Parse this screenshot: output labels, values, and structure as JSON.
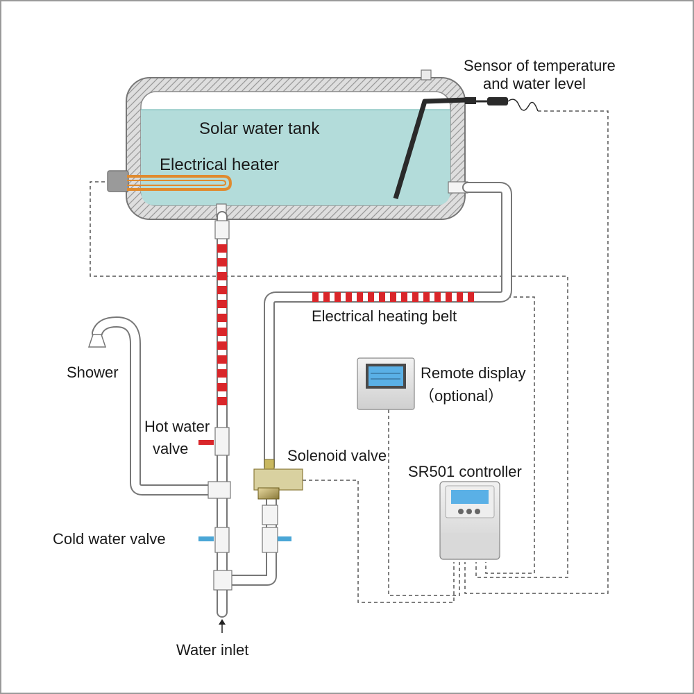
{
  "labels": {
    "tank": "Solar water tank",
    "heater": "Electrical heater",
    "sensor_line1": "Sensor of temperature",
    "sensor_line2": "and water level",
    "heating_belt": "Electrical heating belt",
    "shower": "Shower",
    "hot_valve_line1": "Hot water",
    "hot_valve_line2": "valve",
    "solenoid_valve": "Solenoid valve",
    "remote_display_line1": "Remote display",
    "remote_display_line2": "（optional）",
    "controller": "SR501 controller",
    "cold_valve": "Cold water valve",
    "water_inlet": "Water inlet"
  },
  "colors": {
    "water": "#b3dcda",
    "insulation": "#d8d8d8",
    "heater": "#e08a2e",
    "hot_valve": "#d9262a",
    "cold_valve": "#4aa6d6",
    "heating_belt": "#d9262a",
    "wire": "#555555",
    "lcd": "#5ab0e6"
  },
  "icons": [
    "shower-head-icon",
    "arrow-up-icon",
    "lcd-screen-icon"
  ]
}
